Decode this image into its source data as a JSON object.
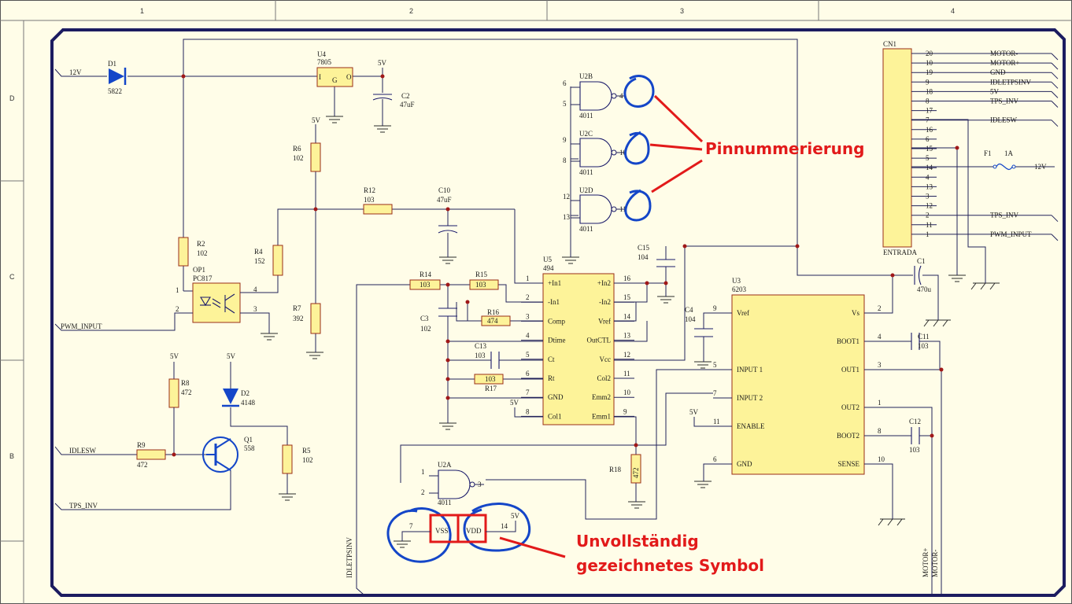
{
  "grid": {
    "columns": [
      "1",
      "2",
      "3",
      "4"
    ],
    "rows": [
      "D",
      "C",
      "B"
    ]
  },
  "annotations": {
    "pin_numbering": "Pinnummerierung",
    "incomplete_line1": "Unvollständig",
    "incomplete_line2": "gezeichnetes Symbol"
  },
  "colors": {
    "wire": "#22225a",
    "part_fill": "#fdf399",
    "part_border": "#9a2e16",
    "annotation_red": "#e21a1a",
    "circle_blue": "#1446c8",
    "frame": "#1c1c60",
    "background": "#fffde8"
  },
  "nets": {
    "v12": "12V",
    "pwm_input": "PWM_INPUT",
    "idlesw": "IDLESW",
    "tps_inv": "TPS_INV",
    "idletpsinv": "IDLETPSINV",
    "v5": "5V",
    "motor_plus": "MOTOR+",
    "motor_minus": "MOTOR-"
  },
  "parts": {
    "d1": {
      "ref": "D1",
      "val": "5822"
    },
    "d2": {
      "ref": "D2",
      "val": "4148"
    },
    "u4": {
      "ref": "U4",
      "val": "7805",
      "pin_i": "I",
      "pin_g": "G",
      "pin_o": "O"
    },
    "c2": {
      "ref": "C2",
      "val": "47uF"
    },
    "r6": {
      "ref": "R6",
      "val": "102"
    },
    "r2": {
      "ref": "R2",
      "val": "102"
    },
    "r4": {
      "ref": "R4",
      "val": "152"
    },
    "r7": {
      "ref": "R7",
      "val": "392"
    },
    "r12": {
      "ref": "R12",
      "val": "103"
    },
    "c10": {
      "ref": "C10",
      "val": "47uF"
    },
    "op1": {
      "ref": "OP1",
      "val": "PC817"
    },
    "r8": {
      "ref": "R8",
      "val": "472"
    },
    "r9": {
      "ref": "R9",
      "val": "472"
    },
    "q1": {
      "ref": "Q1",
      "val": "558"
    },
    "r5": {
      "ref": "R5",
      "val": "102"
    },
    "r14": {
      "ref": "R14",
      "val": "103"
    },
    "r15": {
      "ref": "R15",
      "val": "103"
    },
    "r16": {
      "ref": "R16",
      "val": "474"
    },
    "c3": {
      "ref": "C3",
      "val": "102"
    },
    "c13": {
      "ref": "C13",
      "val": "103"
    },
    "r17": {
      "ref": "R17",
      "val": "103"
    },
    "u5": {
      "ref": "U5",
      "val": "494"
    },
    "c15": {
      "ref": "C15",
      "val": "104"
    },
    "c4": {
      "ref": "C4",
      "val": "104"
    },
    "u3": {
      "ref": "U3",
      "val": "6203"
    },
    "c1": {
      "ref": "C1",
      "val": "470u"
    },
    "c11": {
      "ref": "C11",
      "val": "103"
    },
    "c12": {
      "ref": "C12",
      "val": "103"
    },
    "r18": {
      "ref": "R18",
      "val": "472"
    },
    "u2a": {
      "ref": "U2A",
      "val": "4011"
    },
    "u2b": {
      "ref": "U2B",
      "val": "4011"
    },
    "u2c": {
      "ref": "U2C",
      "val": "4011"
    },
    "u2d": {
      "ref": "U2D",
      "val": "4011"
    },
    "cn1": {
      "ref": "CN1",
      "val": "ENTRADA"
    },
    "f1": {
      "ref": "F1",
      "val": "1A"
    }
  },
  "u5_pins": {
    "left": [
      [
        "1",
        "+In1"
      ],
      [
        "2",
        "-In1"
      ],
      [
        "3",
        "Comp"
      ],
      [
        "4",
        "Dtime"
      ],
      [
        "5",
        "Ct"
      ],
      [
        "6",
        "Rt"
      ],
      [
        "7",
        "GND"
      ],
      [
        "8",
        "Col1"
      ]
    ],
    "right": [
      [
        "16",
        "+In2"
      ],
      [
        "15",
        "-In2"
      ],
      [
        "14",
        "Vref"
      ],
      [
        "13",
        "OutCTL"
      ],
      [
        "12",
        "Vcc"
      ],
      [
        "11",
        "Col2"
      ],
      [
        "10",
        "Emm2"
      ],
      [
        "9",
        "Emm1"
      ]
    ]
  },
  "u3_pins": {
    "left": [
      [
        "9",
        "Vref"
      ],
      [
        "5",
        "INPUT 1"
      ],
      [
        "7",
        "INPUT 2"
      ],
      [
        "11",
        "ENABLE"
      ],
      [
        "6",
        "GND"
      ]
    ],
    "right": [
      [
        "2",
        "Vs"
      ],
      [
        "4",
        "BOOT1"
      ],
      [
        "3",
        "OUT1"
      ],
      [
        "1",
        "OUT2"
      ],
      [
        "8",
        "BOOT2"
      ],
      [
        "10",
        "SENSE"
      ]
    ]
  },
  "gate_pins": {
    "u2b": [
      "6",
      "5",
      "4"
    ],
    "u2c": [
      "9",
      "8",
      "10"
    ],
    "u2d": [
      "12",
      "13",
      "11"
    ],
    "u2a": [
      "1",
      "2",
      "3"
    ]
  },
  "power_symbol": {
    "vss_label": "VSS",
    "vdd_label": "VDD",
    "pin_vss": "7",
    "pin_vdd": "14"
  },
  "cn1_pins": [
    {
      "num": "20",
      "net": "MOTOR-"
    },
    {
      "num": "10",
      "net": "MOTOR+"
    },
    {
      "num": "19",
      "net": "GND"
    },
    {
      "num": "9",
      "net": "IDLETPSINV"
    },
    {
      "num": "18",
      "net": "5V"
    },
    {
      "num": "8",
      "net": "TPS_INV"
    },
    {
      "num": "17",
      "net": ""
    },
    {
      "num": "7",
      "net": "IDLESW"
    },
    {
      "num": "16",
      "net": ""
    },
    {
      "num": "6",
      "net": ""
    },
    {
      "num": "15",
      "net": ""
    },
    {
      "num": "5",
      "net": ""
    },
    {
      "num": "14",
      "net": ""
    },
    {
      "num": "4",
      "net": ""
    },
    {
      "num": "13",
      "net": ""
    },
    {
      "num": "3",
      "net": ""
    },
    {
      "num": "12",
      "net": ""
    },
    {
      "num": "2",
      "net": "TPS_INV"
    },
    {
      "num": "11",
      "net": ""
    },
    {
      "num": "1",
      "net": "PWM_INPUT"
    }
  ],
  "misc_pins": {
    "d1_in": "",
    "op1": [
      "1",
      "2",
      "4",
      "3"
    ],
    "u3_vref": "9",
    "u3_in1": "5",
    "u3_in2": "7",
    "u3_en": "11",
    "u3_gnd": "6",
    "u3_vs": "2",
    "u3_boot1": "4",
    "u3_out1": "3",
    "u3_out2": "1",
    "u3_boot2": "8",
    "u3_sense": "10"
  }
}
